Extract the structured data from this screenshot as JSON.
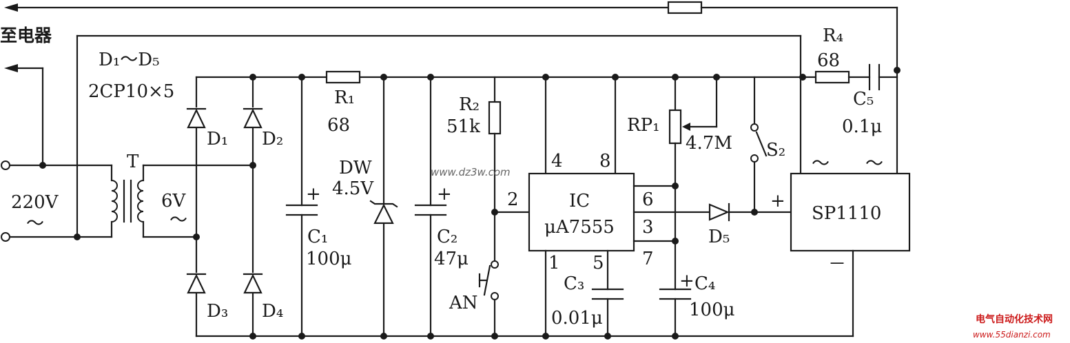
{
  "labels": {
    "to_appliance": "至电器",
    "diodes_range": "D₁～D₅",
    "diodes_type": "2CP10×5",
    "transformer": "T",
    "mains_voltage": "220V",
    "ac_symbol": "～",
    "secondary_voltage": "6V",
    "d1": "D₁",
    "d2": "D₂",
    "d3": "D₃",
    "d4": "D₄",
    "c1_plus": "+",
    "c1_name": "C₁",
    "c1_value": "100μ",
    "r1_name": "R₁",
    "r1_value": "68",
    "dw_name": "DW",
    "dw_value": "4.5V",
    "c2_plus": "+",
    "c2_name": "C₂",
    "c2_value": "47μ",
    "r2_name": "R₂",
    "r2_value": "51k",
    "an_name": "AN",
    "ic_name": "IC",
    "ic_part": "μA7555",
    "pin4": "4",
    "pin8": "8",
    "pin2": "2",
    "pin6": "6",
    "pin3": "3",
    "pin7": "7",
    "pin1": "1",
    "pin5": "5",
    "c3_name": "C₃",
    "c3_value": "0.01μ",
    "rp1_name": "RP₁",
    "rp1_value": "4.7M",
    "s2_name": "S₂",
    "c4_plus": "+",
    "c4_name": "C₄",
    "c4_value": "100μ",
    "d5_name": "D₅",
    "r4_name": "R₄",
    "r4_value": "68",
    "c5_name": "C₅",
    "c5_value": "0.1μ",
    "sp_name": "SP1110",
    "sp_tilde_left": "～",
    "sp_tilde_right": "～",
    "sp_plus": "+",
    "sp_minus": "－"
  },
  "watermarks": {
    "site": "www.dz3w.com",
    "cn_site": "电气自动化技术网",
    "cn_url": "www.55dianzi.com"
  }
}
